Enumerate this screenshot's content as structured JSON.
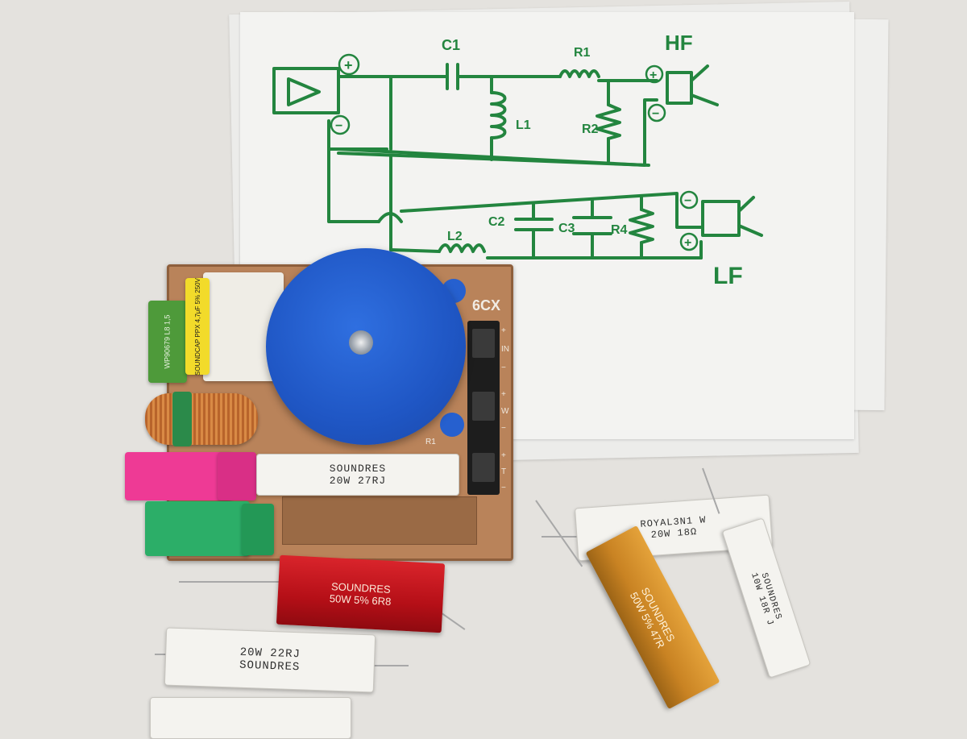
{
  "schematic": {
    "labels": {
      "c1": "C1",
      "r1": "R1",
      "hf": "HF",
      "l1": "L1",
      "r2": "R2",
      "l2": "L2",
      "c2": "C2",
      "c3": "C3",
      "r4": "R4",
      "lf": "LF"
    },
    "plus": "+",
    "minus": "−"
  },
  "board": {
    "label": "6CX",
    "r1_silk": "R1",
    "terminal_marks": [
      "+",
      "IN",
      "−",
      "+",
      "W",
      "−",
      "+",
      "T",
      "−"
    ]
  },
  "components": {
    "green_cap": "WP90679  L8 1,5",
    "yellow_cap": "SOUNDCAP  PPX 4,7μF 5% 250V",
    "board_resistor": [
      "SOUNDRES",
      "20W 27RJ"
    ],
    "red_resistor": [
      "SOUNDRES",
      "50W 5% 6R8"
    ],
    "white_resistor_left": [
      "20W 22RJ",
      "SOUNDRES"
    ],
    "royal_resistor": [
      "ROYAL3N1 W",
      "20W 18Ω"
    ],
    "gold_resistor": [
      "SOUNDRES",
      "50W 5% 47R"
    ],
    "white_resistor_right": [
      "SOUNDRES",
      "10W 18R J"
    ]
  },
  "colors": {
    "ink": "#23853f",
    "coil": "#1f56c4",
    "pcb": "#b9835a",
    "pink_cap": "#ee3a95",
    "green_cap_b": "#2cae68",
    "red_alu": "#c4121a",
    "gold_alu": "#d7912a"
  }
}
